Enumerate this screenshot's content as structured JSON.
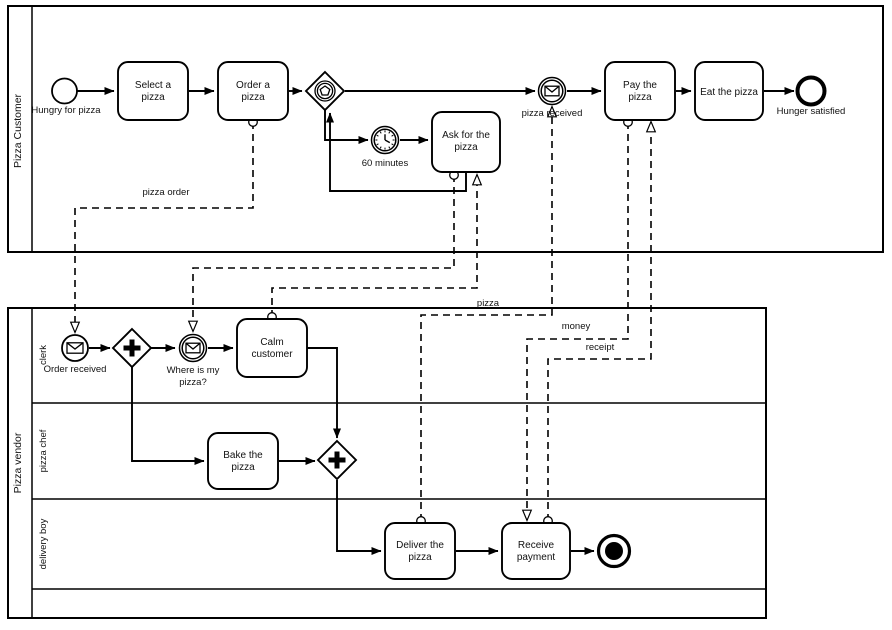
{
  "colors": {
    "background": "#ffffff",
    "stroke": "#000000",
    "shape_fill": "#ffffff",
    "text": "#111111"
  },
  "pools": {
    "customer": {
      "label": "Pizza Customer",
      "nodes": {
        "start": {
          "type": "start-event",
          "label": "Hungry for pizza"
        },
        "select": {
          "type": "task",
          "label": "Select a pizza",
          "line1": "Select a",
          "line2": "pizza"
        },
        "order": {
          "type": "task",
          "label": "Order a pizza",
          "line1": "Order a",
          "line2": "pizza"
        },
        "gateway": {
          "type": "event-based-gateway",
          "label": ""
        },
        "timer": {
          "type": "timer-intermediate-event",
          "label": "60 minutes"
        },
        "ask": {
          "type": "task",
          "label": "Ask for the pizza",
          "line1": "Ask for the",
          "line2": "pizza"
        },
        "received": {
          "type": "message-intermediate-event",
          "label": "pizza received"
        },
        "pay": {
          "type": "task",
          "label": "Pay the pizza",
          "line1": "Pay the",
          "line2": "pizza"
        },
        "eat": {
          "type": "task",
          "label": "Eat the pizza"
        },
        "end": {
          "type": "end-event",
          "label": "Hunger satisfied"
        }
      }
    },
    "vendor": {
      "label": "Pizza vendor",
      "lanes": {
        "clerk": "clerk",
        "chef": "pizza chef",
        "delivery": "delivery boy",
        "empty": ""
      },
      "nodes": {
        "order_received": {
          "type": "message-start-event",
          "label": "Order received"
        },
        "split": {
          "type": "parallel-gateway",
          "label": ""
        },
        "where": {
          "type": "message-intermediate-event",
          "label": "Where is my pizza?",
          "line1": "Where is my",
          "line2": "pizza?"
        },
        "calm": {
          "type": "task",
          "label": "Calm customer",
          "line1": "Calm",
          "line2": "customer"
        },
        "bake": {
          "type": "task",
          "label": "Bake the pizza",
          "line1": "Bake the",
          "line2": "pizza"
        },
        "join": {
          "type": "parallel-gateway",
          "label": ""
        },
        "deliver": {
          "type": "task",
          "label": "Deliver the pizza",
          "line1": "Deliver the",
          "line2": "pizza"
        },
        "receive": {
          "type": "task",
          "label": "Receive payment",
          "line1": "Receive",
          "line2": "payment"
        },
        "terminate": {
          "type": "terminate-end-event",
          "label": ""
        }
      }
    }
  },
  "message_flows": {
    "pizza_order": {
      "label": "pizza order"
    },
    "ask_to_where": {
      "label": ""
    },
    "calm_to_ask": {
      "label": ""
    },
    "pizza": {
      "label": "pizza"
    },
    "money": {
      "label": "money"
    },
    "receipt": {
      "label": "receipt"
    }
  }
}
